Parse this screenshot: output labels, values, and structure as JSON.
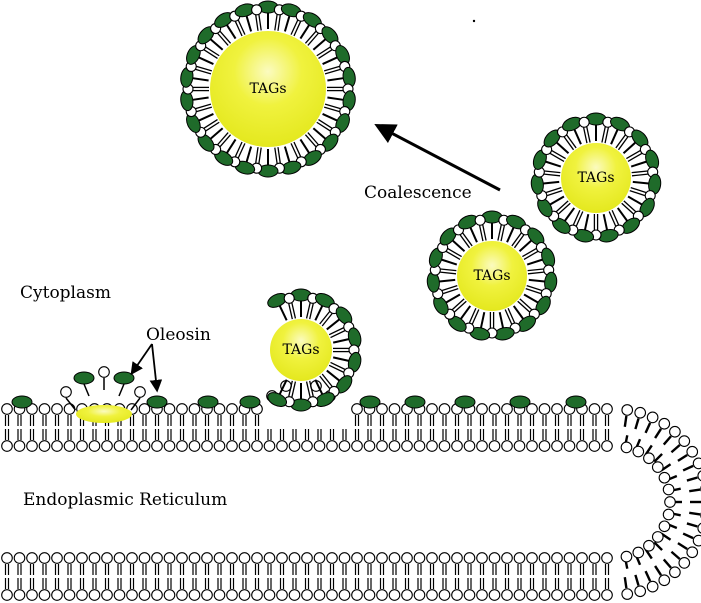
{
  "labels": {
    "cytoplasm": "Cytoplasm",
    "oleosin": "Oleosin",
    "coalescence": "Coalescence",
    "endoplasmic_reticulum": "Endoplasmic Reticulum",
    "tags": "TAGs"
  },
  "colors": {
    "oleosin": "#1f6b2a",
    "tag_core": "#eef03a",
    "tag_core_light": "#fbfbd8",
    "lipid_line": "#000000",
    "lipid_head": "#ffffff"
  }
}
